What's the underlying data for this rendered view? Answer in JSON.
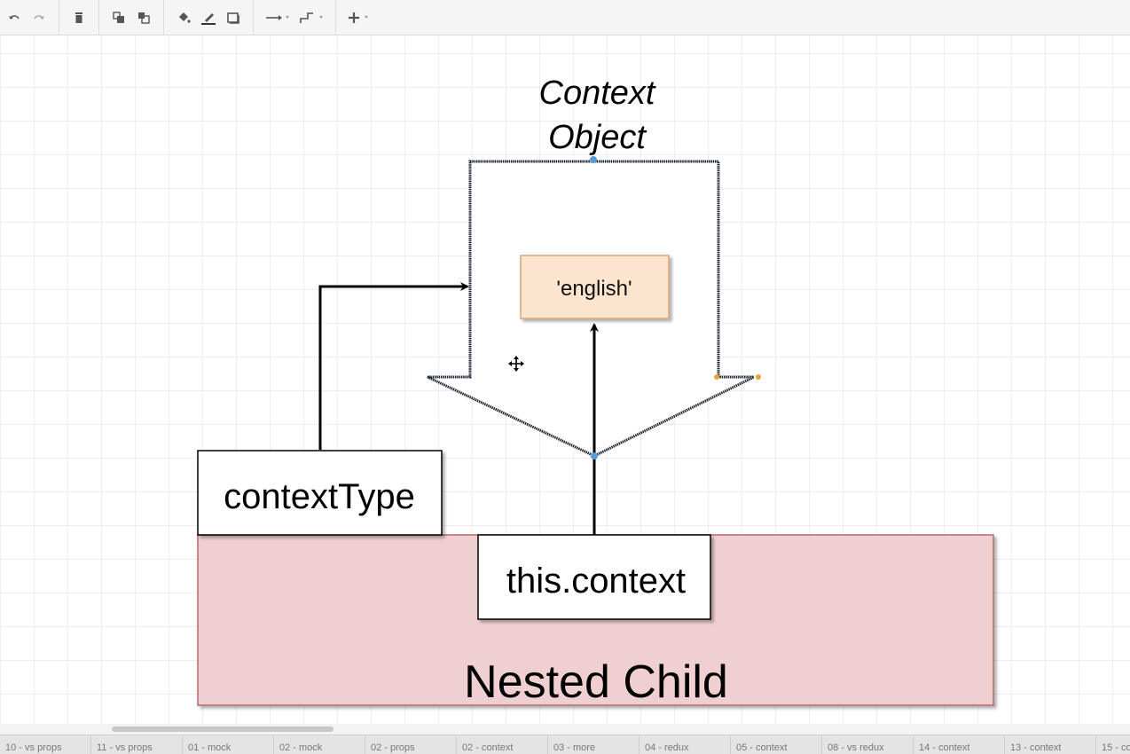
{
  "toolbar": {
    "groups": [
      [
        "undo-icon",
        "redo-icon"
      ],
      [
        "delete-icon"
      ],
      [
        "to-front-icon",
        "to-back-icon"
      ],
      [
        "fill-color-icon",
        "line-color-icon",
        "shadow-icon"
      ],
      [
        "connection-icon",
        "waypoints-icon"
      ],
      [
        "insert-icon"
      ]
    ]
  },
  "diagram": {
    "title_line1": "Context",
    "title_line2": "Object",
    "value_box": "'english'",
    "context_type": "contextType",
    "this_context": "this.context",
    "nested_child": "Nested Child",
    "colors": {
      "value_fill": "#fbe5cf",
      "value_stroke": "#d6a57a",
      "nested_fill": "#f0cfd0",
      "nested_stroke": "#b36a6b",
      "handle_blue": "#5b9bd5",
      "handle_orange": "#e8a33d"
    }
  },
  "page_tabs": [
    "10 - vs props",
    "11 - vs props",
    "01 - mock",
    "02 - mock",
    "02 - props",
    "02 - context",
    "03 - more",
    "04 - redux",
    "05 - context",
    "08 - vs redux",
    "14 - context",
    "13 - context",
    "15 - co"
  ]
}
